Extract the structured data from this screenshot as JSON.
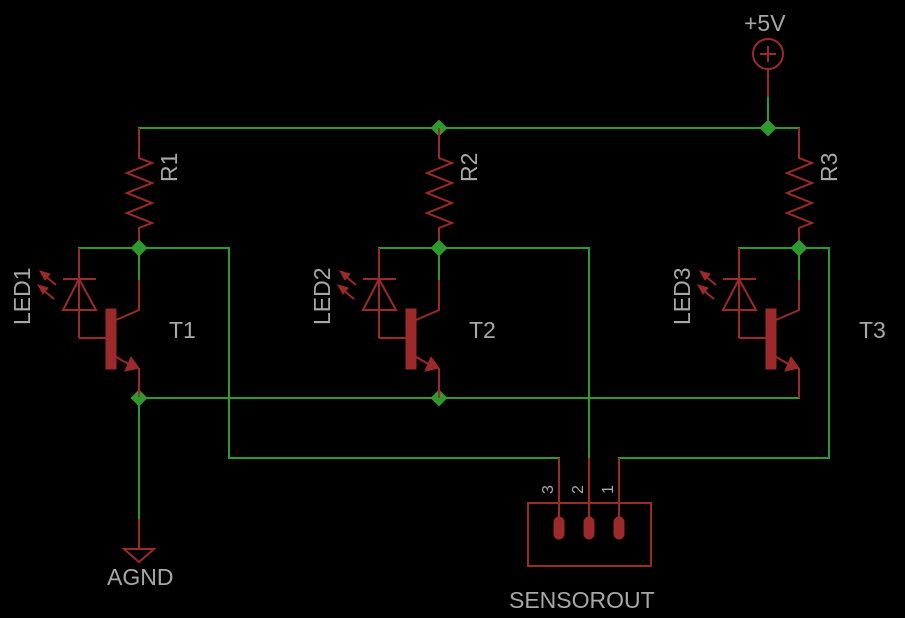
{
  "title": "Three-channel LED / phototransistor sensor schematic",
  "colors": {
    "background": "#000000",
    "wire": "#2e9a2e",
    "symbol": "#9c2a2a",
    "label": "#a8a8a8"
  },
  "power": {
    "label": "+5V",
    "symbol": "supply-plus-icon"
  },
  "ground": {
    "label": "AGND"
  },
  "channels": [
    {
      "resistor": "R1",
      "led": "LED1",
      "transistor": "T1"
    },
    {
      "resistor": "R2",
      "led": "LED2",
      "transistor": "T2"
    },
    {
      "resistor": "R3",
      "led": "LED3",
      "transistor": "T3"
    }
  ],
  "connector": {
    "label": "SENSOROUT",
    "pins": [
      "3",
      "2",
      "1"
    ]
  }
}
